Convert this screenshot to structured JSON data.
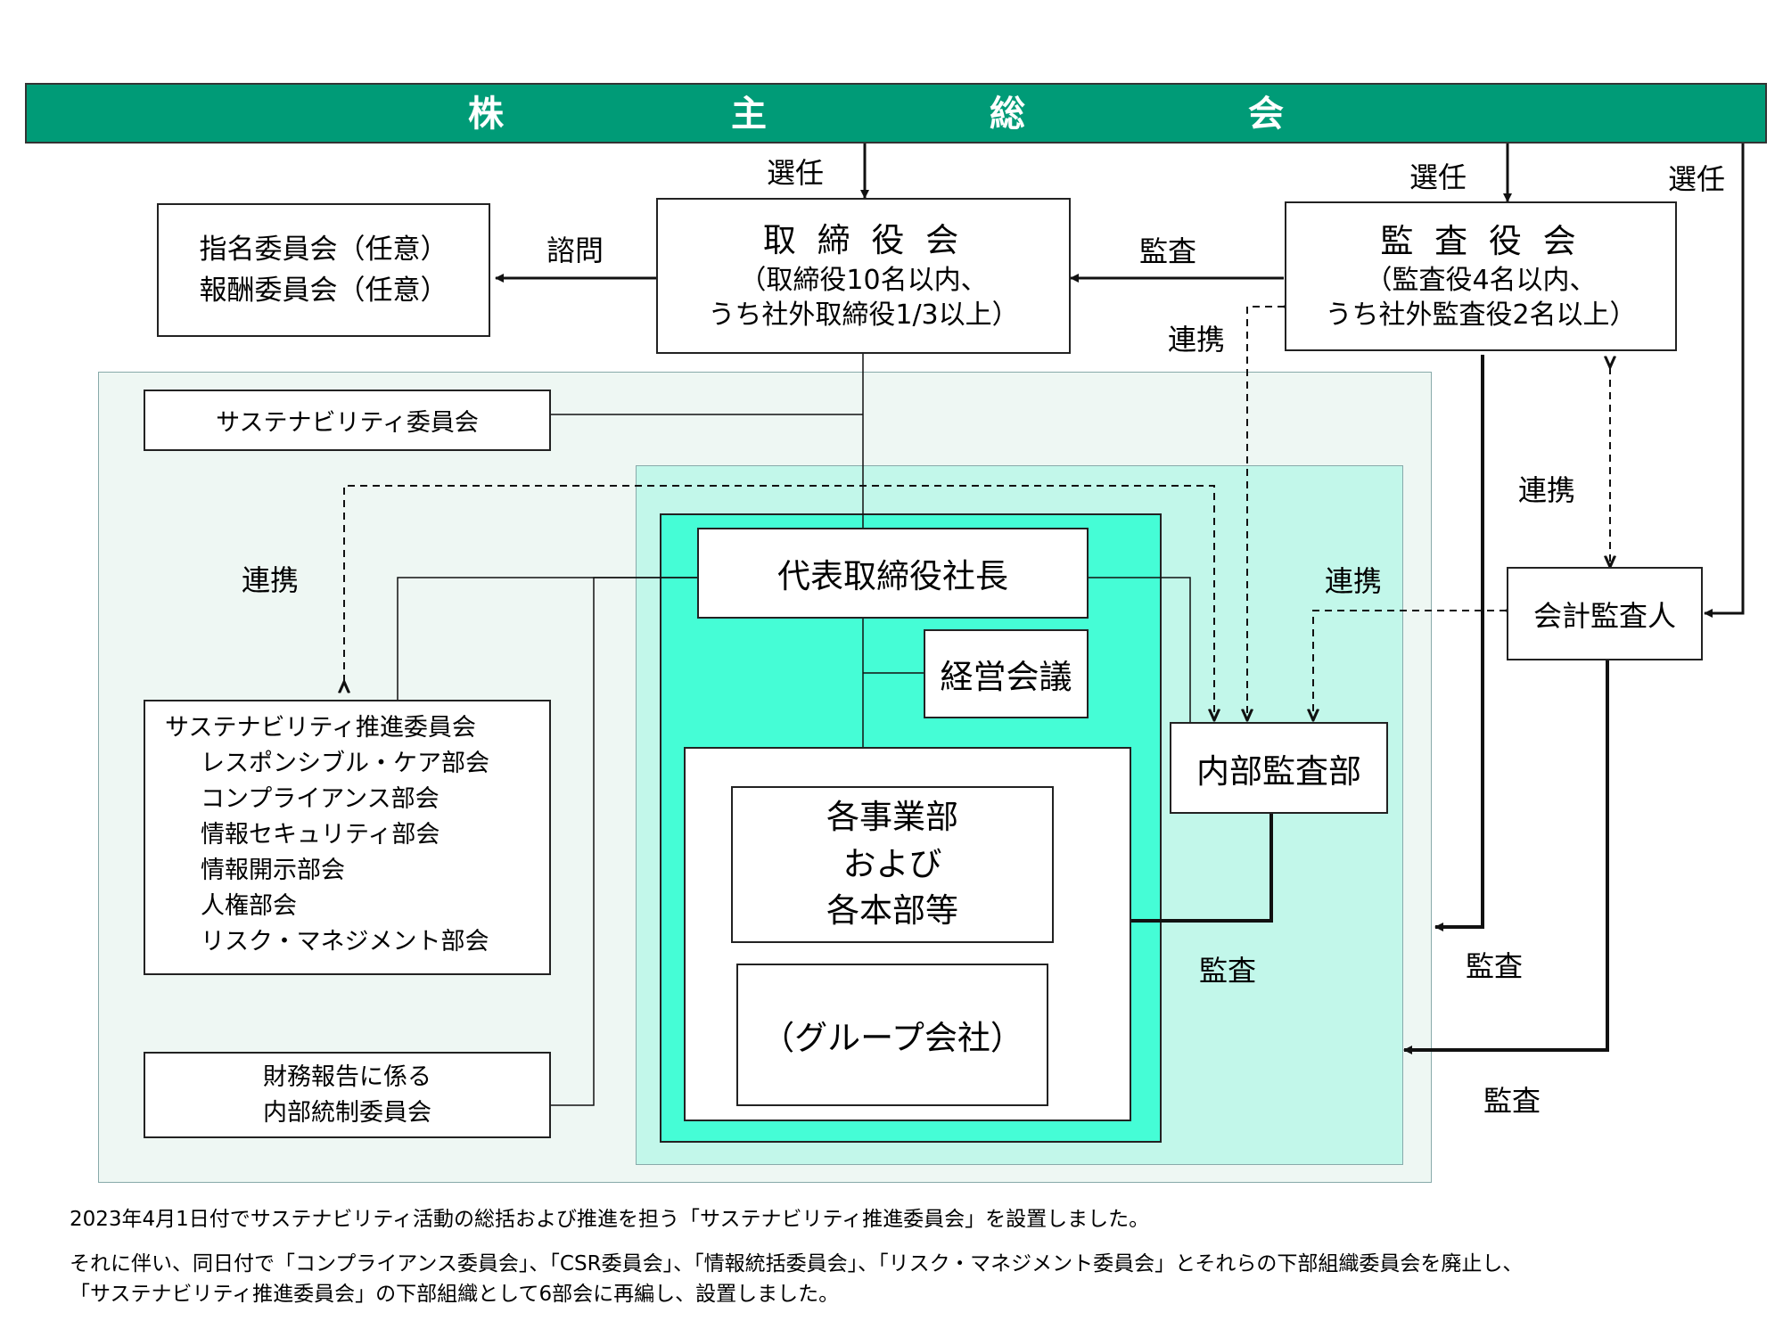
{
  "header": {
    "title": "株　主　総　会",
    "title_chars": [
      "株",
      "主",
      "総",
      "会"
    ]
  },
  "colors": {
    "header_green": "#009B77",
    "outer_panel": "#EEF7F3",
    "mid_panel": "#C2F7EA",
    "inner_panel": "#45FDD6"
  },
  "nodes": {
    "board": {
      "line1": "取 締 役 会",
      "line2": "（取締役10名以内、",
      "line3": "うち社外取締役1/3以上）"
    },
    "audit_board": {
      "line1": "監 査 役 会",
      "line2": "（監査役4名以内、",
      "line3": "うち社外監査役2名以上）"
    },
    "nomination": {
      "line1": "指名委員会（任意）",
      "line2": "報酬委員会（任意）"
    },
    "sustainability_committee": {
      "label": "サステナビリティ委員会"
    },
    "sustainability_promotion": {
      "title": "サステナビリティ推進委員会",
      "items": [
        "レスポンシブル・ケア部会",
        "コンプライアンス部会",
        "情報セキュリティ部会",
        "情報開示部会",
        "人権部会",
        "リスク・マネジメント部会"
      ]
    },
    "internal_control": {
      "line1": "財務報告に係る",
      "line2": "内部統制委員会"
    },
    "president": {
      "label": "代表取締役社長"
    },
    "management_meeting": {
      "label": "経営会議"
    },
    "divisions": {
      "lines": [
        "各事業部",
        "および",
        "各本部等"
      ]
    },
    "group_companies": {
      "label": "（グループ会社）"
    },
    "internal_audit": {
      "label": "内部監査部"
    },
    "accounting_auditor": {
      "label": "会計監査人"
    }
  },
  "edge_labels": {
    "elect_board": "選任",
    "elect_audit": "選任",
    "elect_auditor": "選任",
    "consult": "諮問",
    "audit_board_to_board": "監査",
    "coop_board_internal": "連携",
    "coop_audit_auditor": "連携",
    "coop_left": "連携",
    "coop_auditor_internal": "連携",
    "audit_internal": "監査",
    "audit_auditboard": "監査",
    "audit_accountant": "監査"
  },
  "footnotes": [
    "2023年4月1日付でサステナビリティ活動の総括および推進を担う「サステナビリティ推進委員会」を設置しました。",
    "それに伴い、同日付で「コンプライアンス委員会」、「CSR委員会」、「情報統括委員会」、「リスク・マネジメント委員会」とそれらの下部組織委員会を廃止し、",
    "「サステナビリティ推進委員会」の下部組織として6部会に再編し、設置しました。"
  ]
}
